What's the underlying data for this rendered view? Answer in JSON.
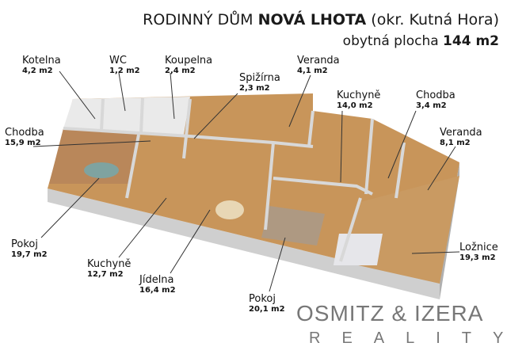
{
  "header": {
    "title_prefix": "RODINNÝ DŮM",
    "title_name": "NOVÁ LHOTA",
    "title_suffix": "(okr. Kutná Hora)",
    "area_label": "obytná plocha",
    "area_value": "144 m2"
  },
  "rooms": [
    {
      "name": "Kotelna",
      "area": "4,2 m2"
    },
    {
      "name": "WC",
      "area": "1,2 m2"
    },
    {
      "name": "Koupelna",
      "area": "2,4 m2"
    },
    {
      "name": "Spižírna",
      "area": "2,3 m2"
    },
    {
      "name": "Veranda",
      "area": "4,1 m2"
    },
    {
      "name": "Kuchyně",
      "area": "14,0 m2"
    },
    {
      "name": "Chodba",
      "area": "3,4 m2"
    },
    {
      "name": "Chodba",
      "area": "15,9 m2"
    },
    {
      "name": "Veranda",
      "area": "8,1 m2"
    },
    {
      "name": "Pokoj",
      "area": "19,7 m2"
    },
    {
      "name": "Kuchyně",
      "area": "12,7 m2"
    },
    {
      "name": "Jídelna",
      "area": "16,4 m2"
    },
    {
      "name": "Pokoj",
      "area": "20,1 m2"
    },
    {
      "name": "Ložnice",
      "area": "19,3 m2"
    }
  ],
  "logo": {
    "line1": "OSMITZ & IZERA",
    "line2": "REALITY"
  },
  "colors": {
    "floor": "#c8955a",
    "wall": "#bdbdbd",
    "tile": "#eeeeee"
  }
}
